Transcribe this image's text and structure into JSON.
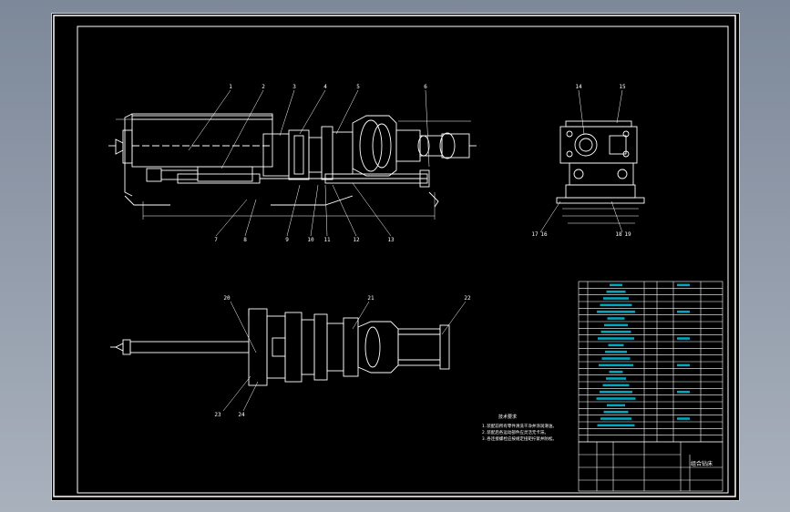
{
  "drawing": {
    "background": "#000000",
    "line_color": "#ffffff",
    "table_text_color": "#00e0ff",
    "balloons_top": [
      "1",
      "2",
      "3",
      "4",
      "5",
      "6",
      "7",
      "8",
      "9",
      "10",
      "11",
      "12",
      "13"
    ],
    "balloons_side": [
      "14",
      "15",
      "17",
      "16",
      "18",
      "19"
    ],
    "balloons_bottom": [
      "20",
      "21",
      "22",
      "23",
      "24"
    ],
    "note_title": "技术要求",
    "notes": [
      "1.装配前所有零件清洗干净并涂润滑油。",
      "2.装配后各运动部件应灵活无卡滞。",
      "3.各连接螺栓应按规定扭矩拧紧并防松。"
    ],
    "title_block_name": "组合钻床"
  }
}
